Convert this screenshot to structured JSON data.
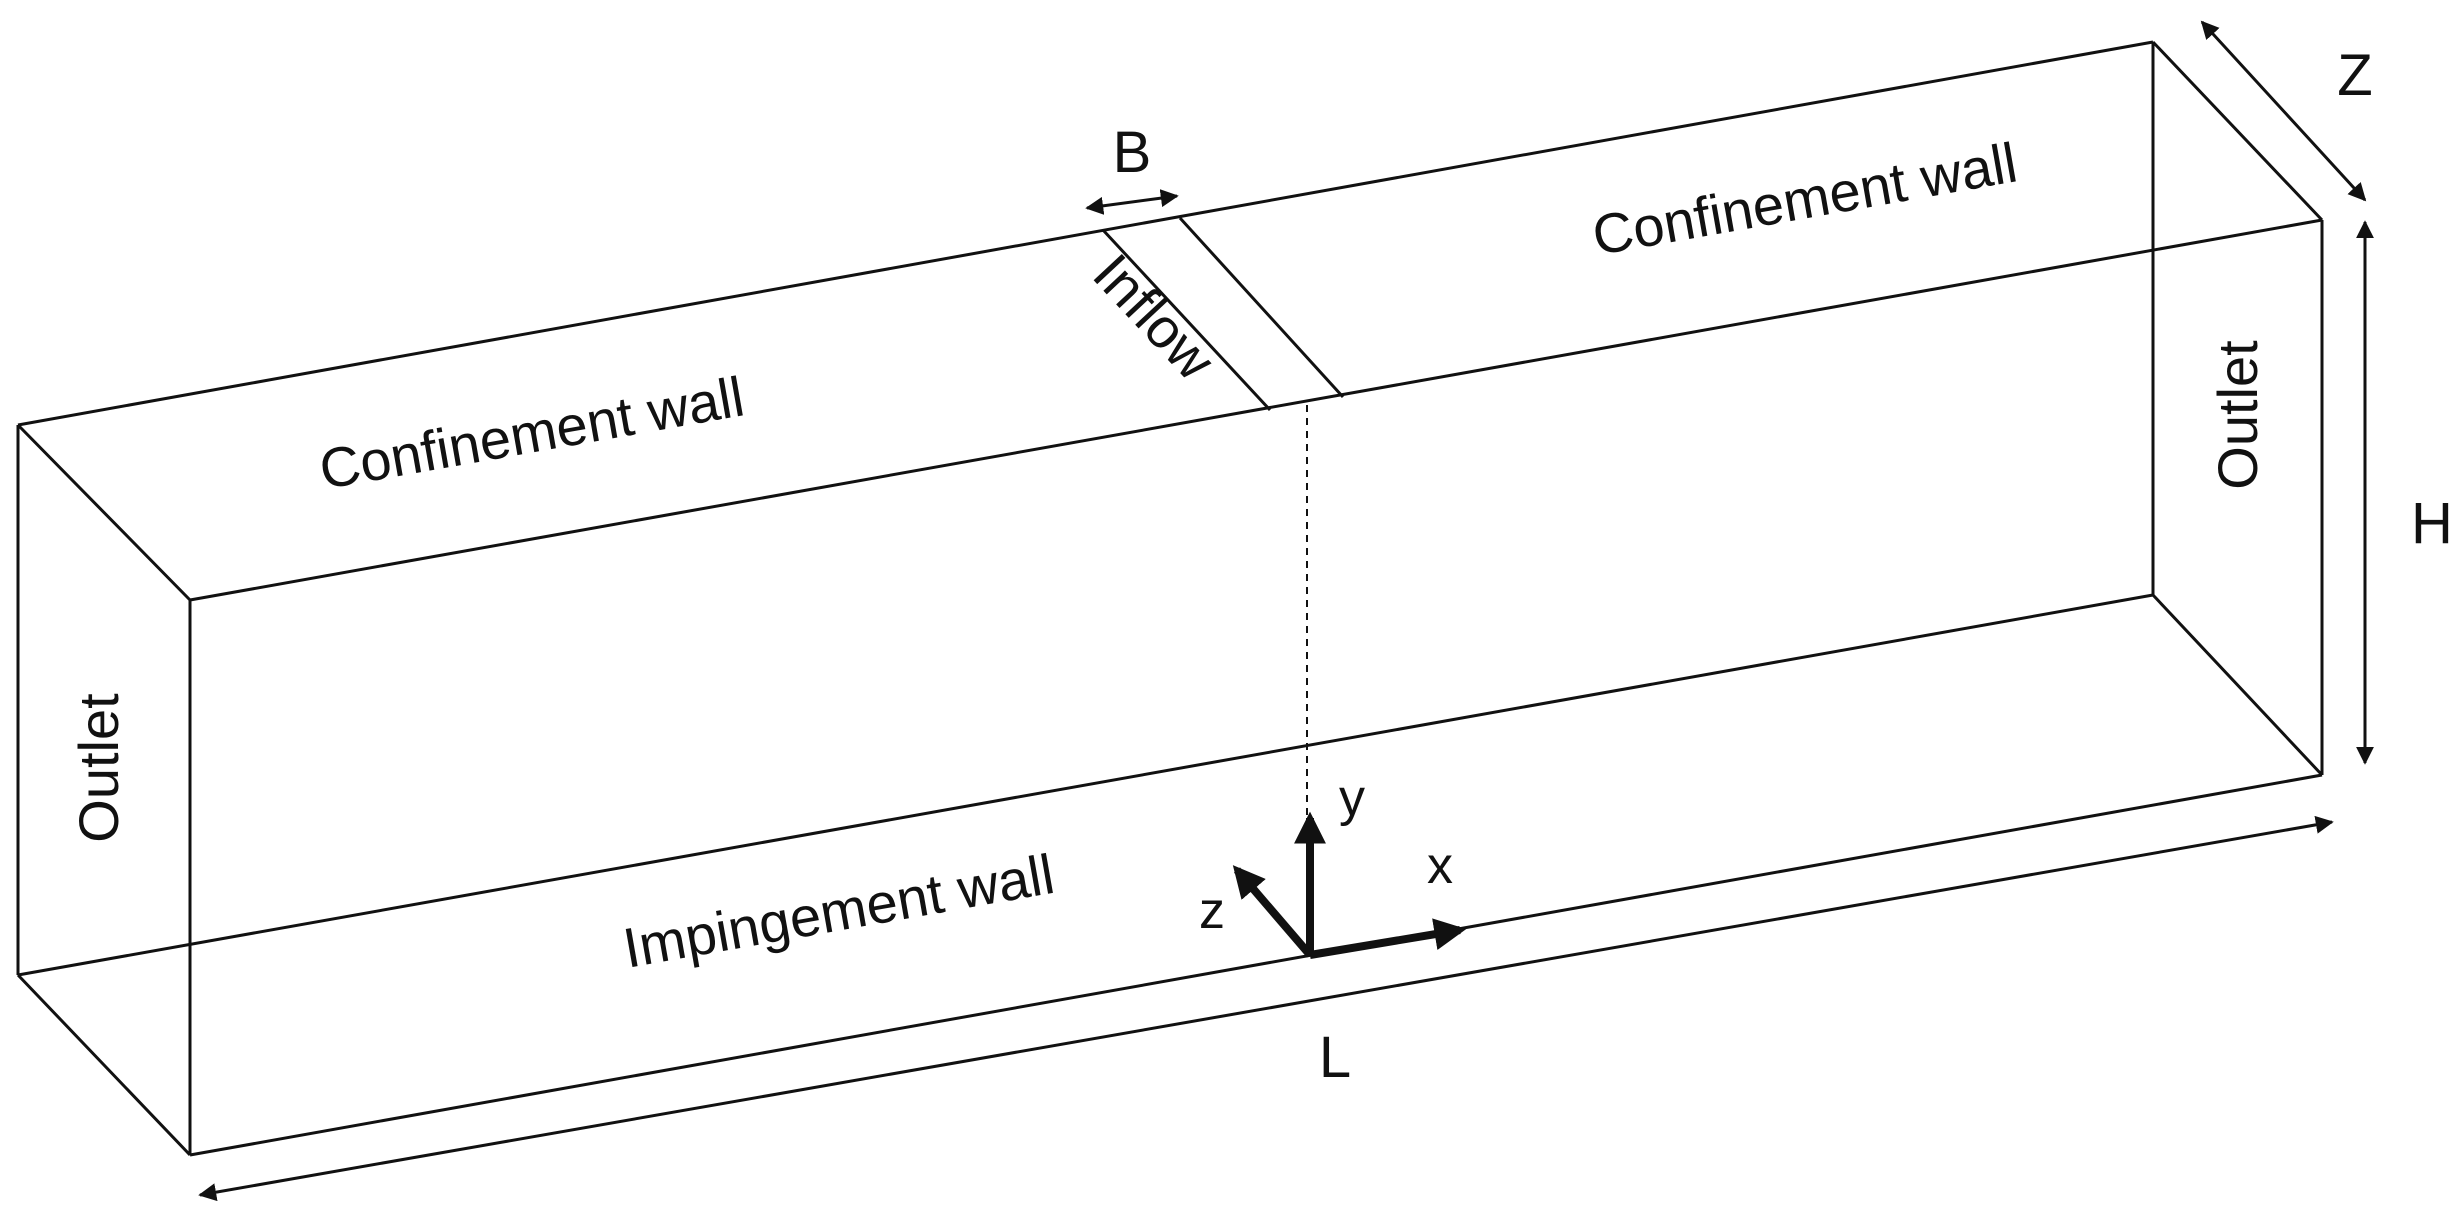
{
  "labels": {
    "confinement_wall_left": "Confinement wall",
    "confinement_wall_right": "Confinement wall",
    "inflow": "Inflow",
    "outlet_left": "Outlet",
    "outlet_right": "Outlet",
    "impingement_wall": "Impingement wall"
  },
  "dimensions": {
    "B": "B",
    "Z": "Z",
    "H": "H",
    "L": "L"
  },
  "axes": {
    "x": "x",
    "y": "y",
    "z": "z"
  },
  "colors": {
    "line": "#111111",
    "background": "#ffffff"
  }
}
